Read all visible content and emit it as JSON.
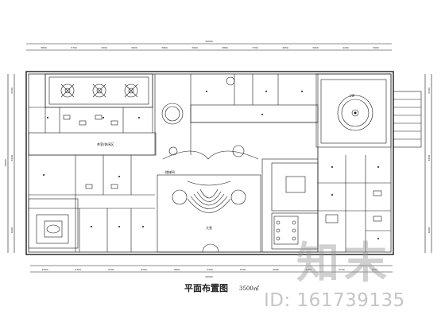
{
  "title": "平面布置图",
  "scale": "3500㎡",
  "watermark": {
    "logo": "知末",
    "id": "ID: 161739135"
  },
  "dimensions": {
    "top_total": "42000",
    "top": [
      "3800",
      "5700",
      "3300",
      "3900",
      "3800",
      "3900",
      "3800",
      "3700",
      "4050",
      "3900",
      "4200",
      "3900"
    ],
    "bottom_total": "42000",
    "bottom": [
      "6400",
      "3700",
      "3700",
      "4700",
      "3500",
      "3300",
      "3700",
      "4000",
      "4400",
      "3700",
      "3900"
    ],
    "left_total": "19800",
    "left": [
      "4500",
      "8100",
      "6400"
    ],
    "right": [
      "4500",
      "8100",
      "6400"
    ]
  },
  "rooms": {
    "lobby": "大堂",
    "stair": "楼梯间",
    "lounge": "茶室/休闲区",
    "vip": "VIP"
  },
  "colors": {
    "line": "#1a1a1a",
    "background": "#ffffff",
    "watermark": "#9a9a9a"
  }
}
